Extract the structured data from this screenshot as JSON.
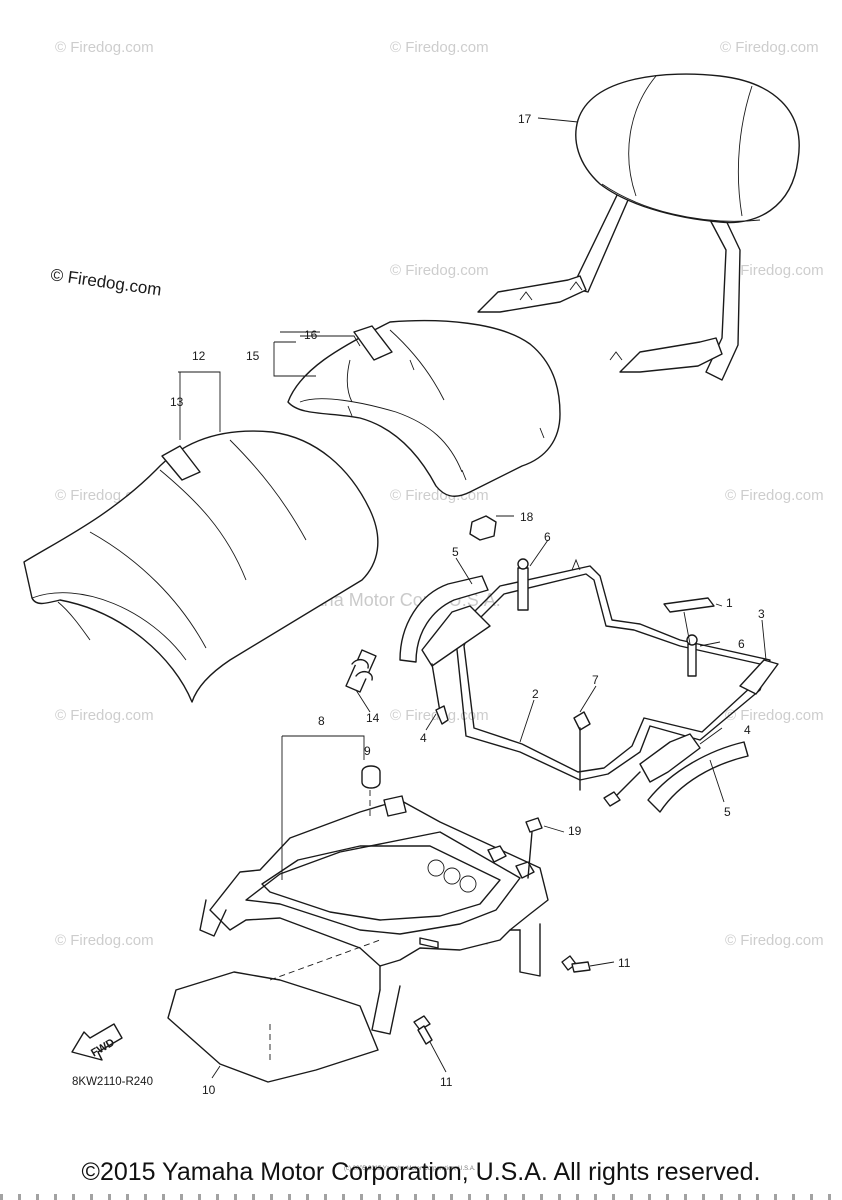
{
  "watermark": {
    "text": "© Firedog.com",
    "dark_text": "© Firedog.com",
    "center_text": "Yamaha Motor Corp. U.S.A."
  },
  "callouts": {
    "c1": "1",
    "c2": "2",
    "c3": "3",
    "c4a": "4",
    "c4b": "4",
    "c5a": "5",
    "c5b": "5",
    "c6a": "6",
    "c6b": "6",
    "c7": "7",
    "c8": "8",
    "c9": "9",
    "c10": "10",
    "c11a": "11",
    "c11b": "11",
    "c12": "12",
    "c13": "13",
    "c14": "14",
    "c15": "15",
    "c16": "16",
    "c17": "17",
    "c18": "18",
    "c19": "19"
  },
  "fwd_label": "FWD",
  "drawing_code": "8KW2110-R240",
  "fine_print": "(c) 2005-2015 Yamaha Motor Corporation, U.S.A.",
  "copyright": "©2015 Yamaha Motor Corporation, U.S.A. All rights reserved."
}
